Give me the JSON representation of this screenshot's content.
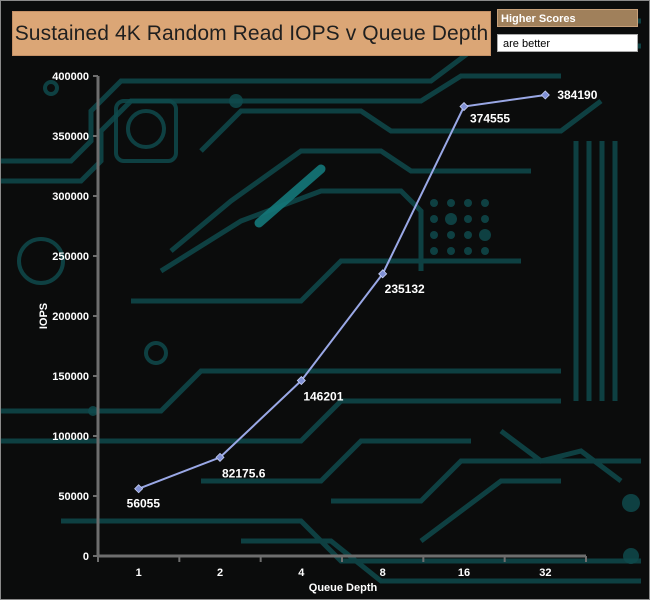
{
  "chart_data": {
    "type": "line",
    "title": "Sustained 4K Random Read IOPS v Queue Depth",
    "xlabel": "Queue Depth",
    "ylabel": "IOPS",
    "categories": [
      "1",
      "2",
      "4",
      "8",
      "16",
      "32"
    ],
    "series": [
      {
        "name": "IOPS",
        "values": [
          56055,
          82175.6,
          146201,
          235132,
          374555,
          384190
        ]
      }
    ],
    "data_labels": [
      "56055",
      "82175.6",
      "146201",
      "235132",
      "374555",
      "384190"
    ],
    "y_ticks": [
      "0",
      "50000",
      "100000",
      "150000",
      "200000",
      "250000",
      "300000",
      "350000",
      "400000"
    ],
    "ylim": [
      0,
      400000
    ],
    "line_color": "#9aa8e6",
    "marker_color": "#8090d4"
  },
  "legend": {
    "line1": "Higher Scores",
    "line2": "are better"
  }
}
